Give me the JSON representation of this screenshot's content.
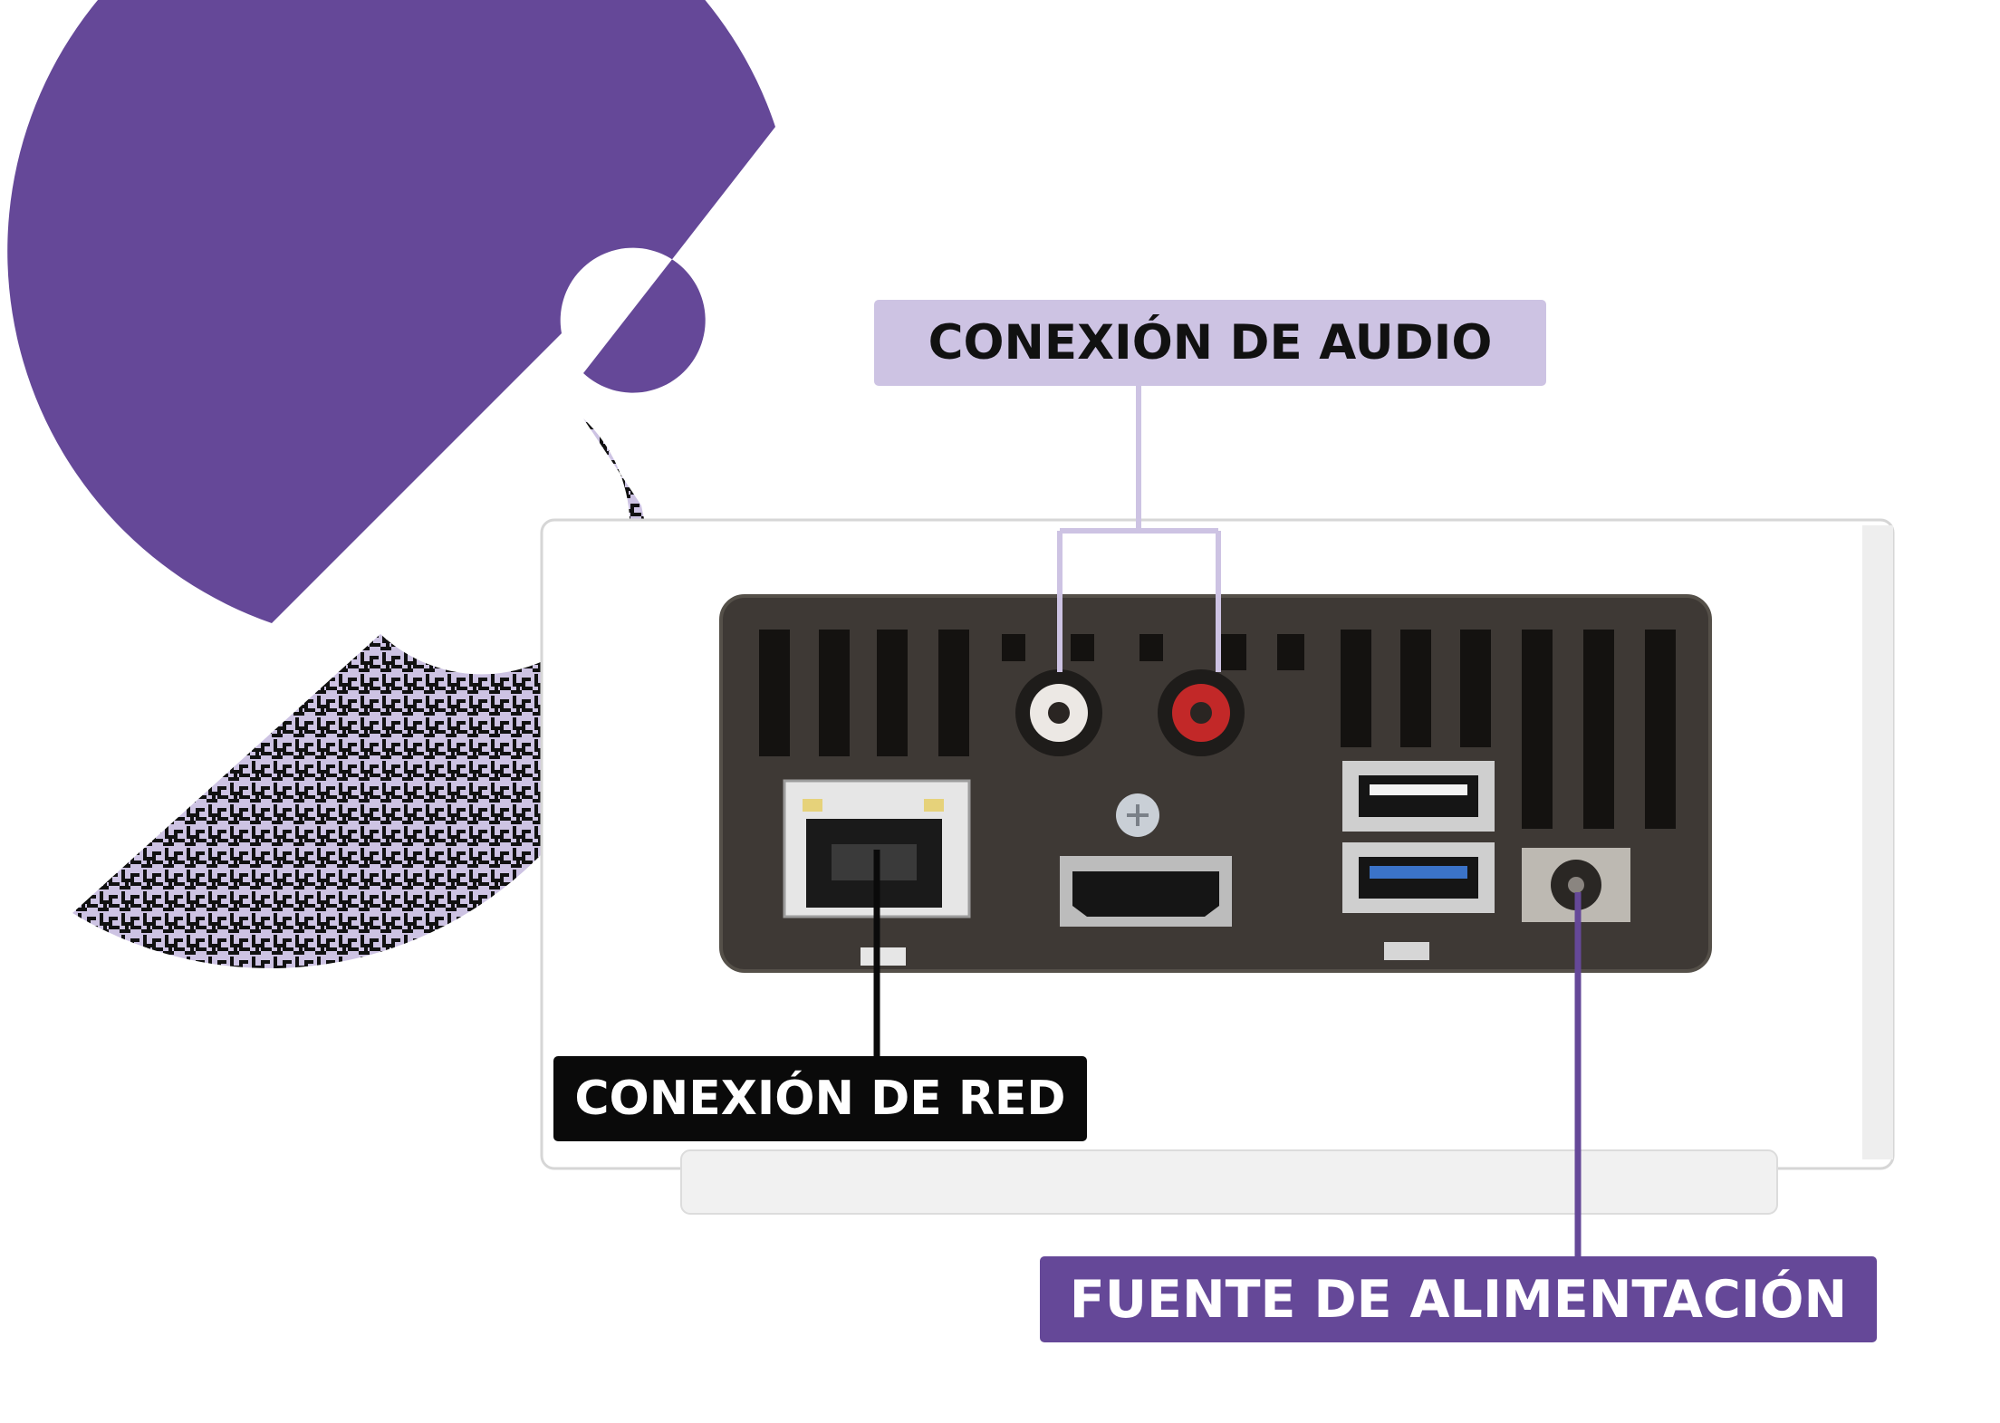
{
  "labels": {
    "audio": "CONEXIÓN DE AUDIO",
    "network": "CONEXIÓN DE RED",
    "power": "FUENTE DE ALIMENTACIÓN"
  },
  "colors": {
    "brand_purple": "#654898",
    "light_purple": "#cdc3e3",
    "label_black": "#0a0a0a",
    "device_white": "#ffffff",
    "panel_dark": "#3e3935"
  },
  "icons": [
    "brand-arc-logo",
    "ethernet-port",
    "rca-audio-white",
    "rca-audio-red",
    "hdmi-port",
    "usb-2-port",
    "usb-3-port",
    "dc-power-jack",
    "mounting-screw"
  ]
}
